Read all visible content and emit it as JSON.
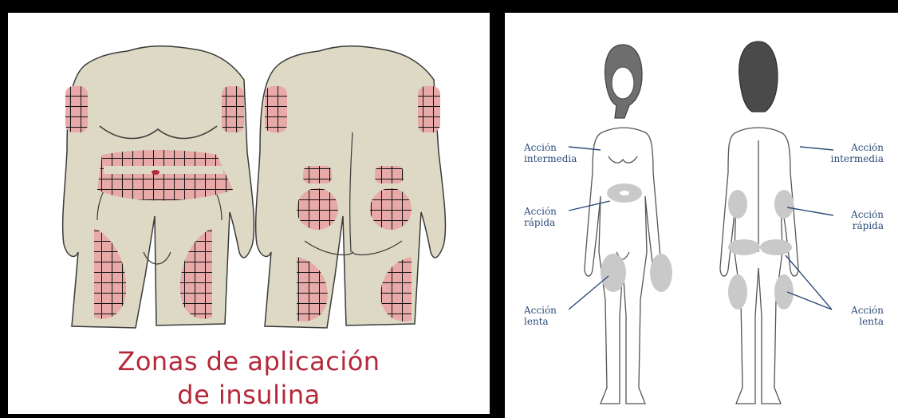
{
  "left_panel": {
    "caption_line1": "Zonas de aplicación",
    "caption_line2": "de insulina",
    "colors": {
      "skin": "#ddd9c4",
      "zone": "#e8aaa8",
      "outline": "#3a3a3a",
      "caption": "#b5283a"
    }
  },
  "right_panel": {
    "labels": {
      "front_top": [
        "Acción",
        "intermedia"
      ],
      "front_mid": [
        "Acción",
        "rápida"
      ],
      "front_low": [
        "Acción",
        "lenta"
      ],
      "back_top": [
        "Acción",
        "intermedia"
      ],
      "back_mid": [
        "Acción",
        "rápida"
      ],
      "back_low": [
        "Acción",
        "lenta"
      ]
    },
    "colors": {
      "label": "#2e4d7a",
      "zone": "#c9c9c9"
    }
  }
}
